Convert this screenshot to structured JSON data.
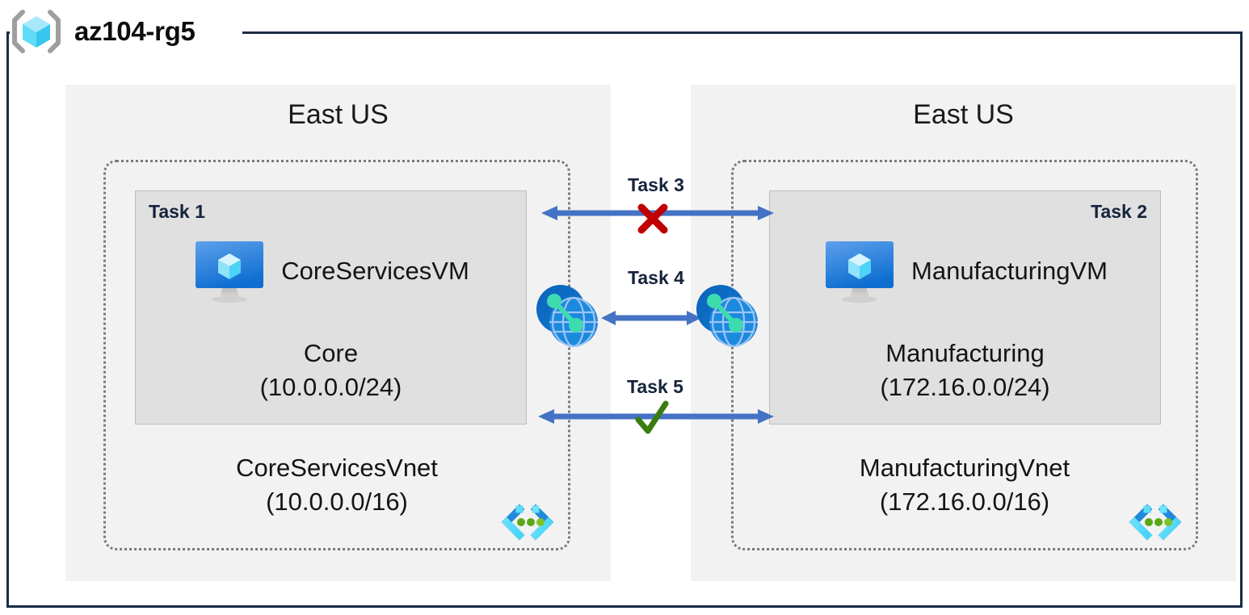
{
  "resource_group": {
    "name": "az104-rg5",
    "icon": "resource-group-cube-icon"
  },
  "regions": [
    {
      "id": "left",
      "label": "East US"
    },
    {
      "id": "right",
      "label": "East US"
    }
  ],
  "vnets": [
    {
      "id": "core",
      "name": "CoreServicesVnet",
      "cidr": "(10.0.0.0/16)",
      "icon": "virtual-network-icon",
      "subnet": {
        "task": "Task 1",
        "task_align": "left",
        "vm_icon": "virtual-machine-icon",
        "vm_name": "CoreServicesVM",
        "name": "Core",
        "cidr": "(10.0.0.0/24)"
      }
    },
    {
      "id": "manufacturing",
      "name": "ManufacturingVnet",
      "cidr": "(172.16.0.0/16)",
      "icon": "virtual-network-icon",
      "subnet": {
        "task": "Task 2",
        "task_align": "right",
        "vm_icon": "virtual-machine-icon",
        "vm_name": "ManufacturingVM",
        "name": "Manufacturing",
        "cidr": "(172.16.0.0/24)"
      }
    }
  ],
  "connections": [
    {
      "id": "task3",
      "label": "Task 3",
      "marker": "red-x-mark",
      "marker_color": "#c00000",
      "status": "blocked"
    },
    {
      "id": "task4",
      "label": "Task 4",
      "marker": "none",
      "endpoint_icon": "vnet-peering-icon",
      "status": "peering"
    },
    {
      "id": "task5",
      "label": "Task 5",
      "marker": "green-check-mark",
      "marker_color": "#3a7d0f",
      "status": "allowed"
    }
  ],
  "colors": {
    "frame": "#1b2a47",
    "region_bg": "#f2f2f2",
    "subnet_bg": "#e0e0e0",
    "vnet_border": "#7a7a7a",
    "arrow": "#4472c4",
    "task_text": "#16233c",
    "vm_icon_blue": "#1b7fe0",
    "peering_blue": "#0a6dc2",
    "peering_green": "#3ddbae",
    "vnet_icon_green": "#5aa717"
  }
}
